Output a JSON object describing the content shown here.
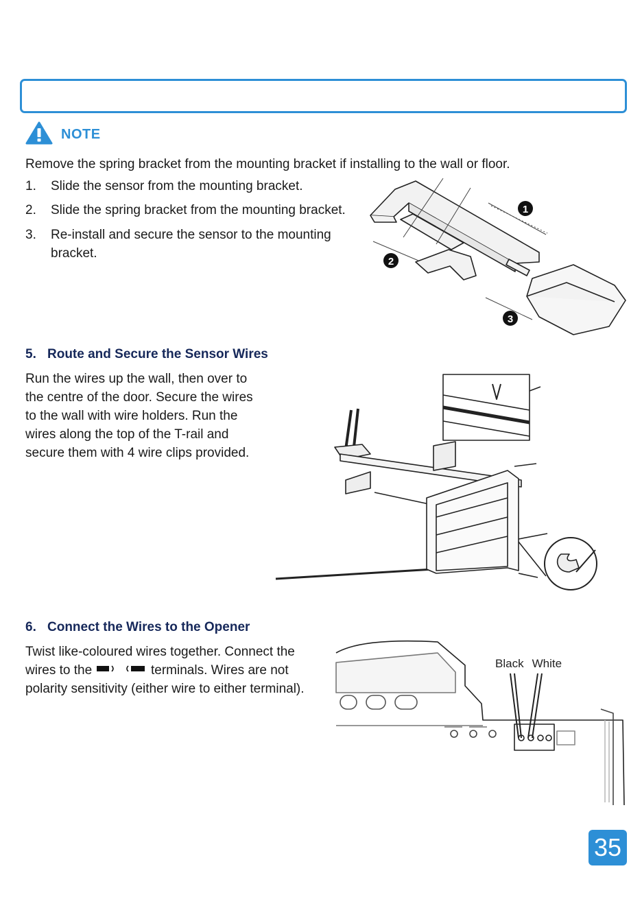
{
  "note": {
    "label": "NOTE",
    "intro": "Remove the spring bracket from the mounting bracket if installing to the wall or floor.",
    "steps": [
      {
        "num": "1.",
        "text": "Slide the sensor from the mounting bracket."
      },
      {
        "num": "2.",
        "text": "Slide the spring bracket from the mounting bracket."
      },
      {
        "num": "3.",
        "text_line1": "Re-install and secure the sensor to the mounting",
        "text_line2": "bracket."
      }
    ],
    "callouts": [
      "1",
      "2",
      "3"
    ]
  },
  "section5": {
    "num": "5.",
    "title": "Route and Secure the Sensor Wires",
    "lines": [
      "Run the wires up the wall, then over to",
      "the centre of the door. Secure the wires",
      "to the wall with wire holders. Run the",
      "wires along the top of the T-rail and",
      "secure them with 4 wire clips provided."
    ]
  },
  "section6": {
    "num": "6.",
    "title": "Connect the Wires to the Opener",
    "line1": "Twist like-coloured wires together. Connect the",
    "line2_pre": "wires to the",
    "line2_post": "terminals. Wires are not",
    "line3": "polarity sensitivity (either wire to either terminal).",
    "wire_labels": {
      "black": "Black",
      "white": "White"
    }
  },
  "page_number": "35",
  "colors": {
    "accent": "#2d8fd6",
    "heading": "#16285a"
  }
}
